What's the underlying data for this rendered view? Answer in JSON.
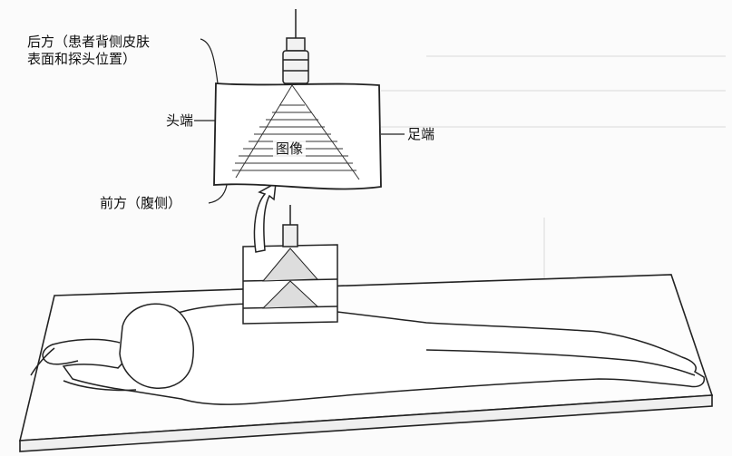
{
  "labels": {
    "back_line1": "后方（患者背侧皮肤",
    "back_line2": "表面和探头位置）",
    "head_end": "头端",
    "foot_end": "足端",
    "image": "图像",
    "front": "前方（腹侧）"
  },
  "icons": {
    "probe": "ultrasound-probe-icon",
    "arrow": "curved-up-arrow-icon"
  },
  "colors": {
    "line": "#222222",
    "background": "#fbfbfb"
  }
}
